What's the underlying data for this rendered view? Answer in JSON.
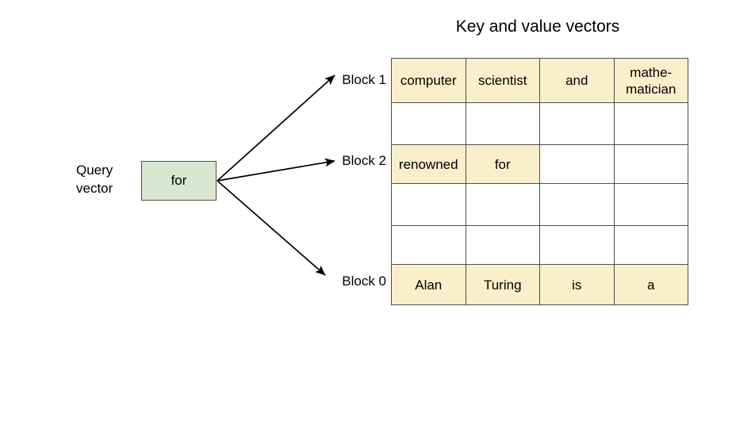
{
  "diagram": {
    "title": "Key and value vectors",
    "query": {
      "label_line1": "Query",
      "label_line2": "vector",
      "token": "for",
      "box_color": "#d9e7d0",
      "border_color": "#4d4d4d"
    },
    "block_labels": [
      {
        "id": "block-1",
        "text": "Block 1"
      },
      {
        "id": "block-2",
        "text": "Block 2"
      },
      {
        "id": "block-0",
        "text": "Block 0"
      }
    ],
    "table": {
      "fill_color": "#faefca",
      "empty_color": "#ffffff",
      "border_color": "#4d4d4d",
      "columns": 4,
      "rows": [
        {
          "row_index": 0,
          "filled": [
            true,
            true,
            true,
            true
          ],
          "cells": [
            "computer",
            "scientist",
            "and",
            "mathe-\nmatician"
          ]
        },
        {
          "row_index": 1,
          "filled": [
            false,
            false,
            false,
            false
          ],
          "cells": [
            "",
            "",
            "",
            ""
          ]
        },
        {
          "row_index": 2,
          "filled": [
            true,
            true,
            false,
            false
          ],
          "cells": [
            "renowned",
            "for",
            "",
            ""
          ]
        },
        {
          "row_index": 3,
          "filled": [
            false,
            false,
            false,
            false
          ],
          "cells": [
            "",
            "",
            "",
            ""
          ]
        },
        {
          "row_index": 4,
          "filled": [
            false,
            false,
            false,
            false
          ],
          "cells": [
            "",
            "",
            "",
            ""
          ]
        },
        {
          "row_index": 5,
          "filled": [
            true,
            true,
            true,
            true
          ],
          "cells": [
            "Alan",
            "Turing",
            "is",
            "a"
          ]
        }
      ]
    },
    "arrows": [
      {
        "id": "arrow-to-block-1",
        "from": "query-vector",
        "to": "block-1"
      },
      {
        "id": "arrow-to-block-2",
        "from": "query-vector",
        "to": "block-2"
      },
      {
        "id": "arrow-to-block-0",
        "from": "query-vector",
        "to": "block-0"
      }
    ]
  }
}
